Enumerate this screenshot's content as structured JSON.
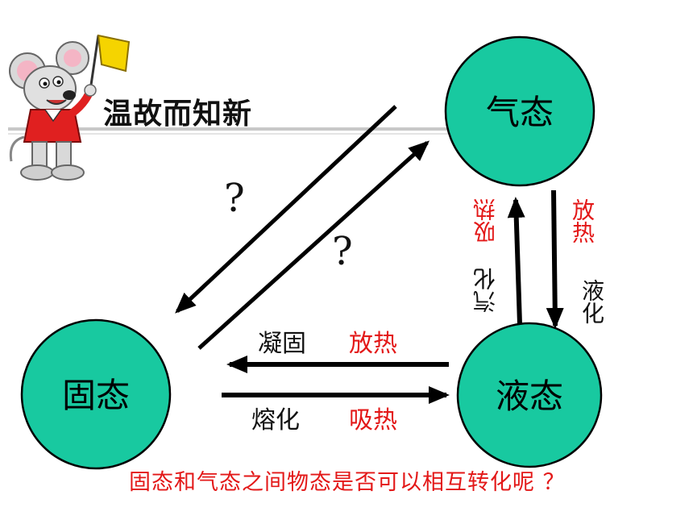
{
  "header": {
    "title": "温故而知新"
  },
  "states": {
    "gas": "气态",
    "solid": "固态",
    "liquid": "液态"
  },
  "transitions": {
    "freezing": {
      "name": "凝固",
      "heat": "放热"
    },
    "melting": {
      "name": "熔化",
      "heat": "吸热"
    },
    "vaporization": {
      "name": "汽化",
      "heat": "吸热"
    },
    "liquefaction": {
      "name": "液化",
      "heat": "放热"
    },
    "gas_to_solid": "?",
    "solid_to_gas": "?"
  },
  "bottom_question": "固态和气态之间物态是否可以相互转化呢 ？",
  "colors": {
    "circle_fill": "#18c9a0",
    "heat_text": "#e31818",
    "arrow": "#000000"
  }
}
